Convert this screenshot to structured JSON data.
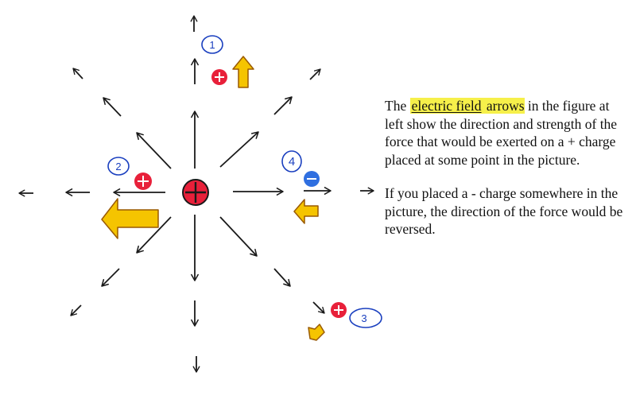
{
  "paragraph1": {
    "before": "The ",
    "highlight_underlined": "electric field",
    "highlight_plain": " arrows",
    "after": " in the figure at left show the direction and strength of the force that would be exerted on a + charge placed at some point in the picture."
  },
  "paragraph2": "If you placed a - charge somewhere in the picture, the direction of the force would be reversed.",
  "labels": {
    "one": "1",
    "two": "2",
    "three": "3",
    "four": "4"
  },
  "colors": {
    "ink": "#1a1a1a",
    "positive_charge": "#e8203a",
    "negative_charge": "#2f6fe0",
    "force_arrow": "#f5c400",
    "force_outline": "#9a5a00",
    "label_circle": "#1a3fbf",
    "highlight": "#f6f04a"
  }
}
